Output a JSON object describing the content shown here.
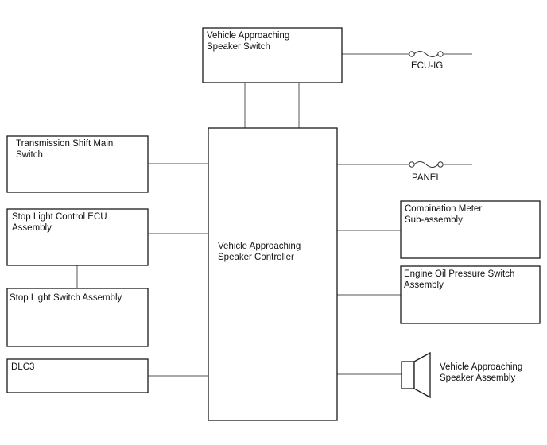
{
  "diagram": {
    "speaker_switch": {
      "line1": "Vehicle Approaching",
      "line2": "Speaker Switch"
    },
    "controller": {
      "line1": "Vehicle Approaching",
      "line2": "Speaker Controller"
    },
    "transmission_switch": {
      "line1": "Transmission Shift Main",
      "line2": "Switch"
    },
    "stop_light_ecu": {
      "line1": "Stop Light Control ECU",
      "line2": "Assembly"
    },
    "stop_light_switch": {
      "line1": "Stop Light Switch Assembly"
    },
    "dlc3": {
      "line1": "DLC3"
    },
    "combination_meter": {
      "line1": "Combination Meter",
      "line2": "Sub-assembly"
    },
    "oil_pressure_switch": {
      "line1": "Engine Oil Pressure Switch",
      "line2": "Assembly"
    },
    "speaker_assembly": {
      "line1": "Vehicle Approaching",
      "line2": "Speaker Assembly"
    },
    "fuses": {
      "ecu_ig": "ECU-IG",
      "panel": "PANEL"
    }
  }
}
